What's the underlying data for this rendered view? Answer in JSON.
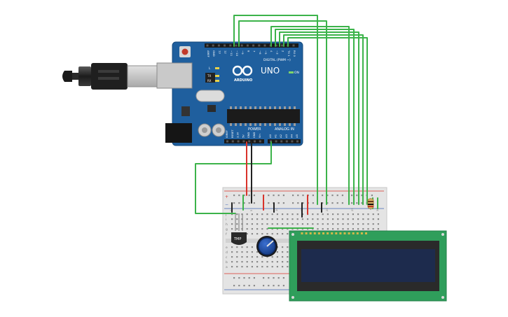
{
  "arduino": {
    "model": "UNO",
    "brand": "ARDUINO",
    "digital_header": "DIGITAL (PWM ~)",
    "power_header": "POWER",
    "analog_header": "ANALOG IN",
    "on_label": "ON",
    "led_labels": [
      "L",
      "TX",
      "RX"
    ],
    "digital_pins": [
      "AREF",
      "GND",
      "13",
      "12",
      "~11",
      "~10",
      "~9",
      "8",
      "7",
      "~6",
      "~5",
      "4",
      "~3",
      "2",
      "TX 1",
      "RX 0"
    ],
    "power_pins": [
      "IOREF",
      "RESET",
      "3.3V",
      "5V",
      "GND",
      "GND",
      "Vin"
    ],
    "analog_pins": [
      "A0",
      "A1",
      "A2",
      "A3",
      "A4",
      "A5"
    ]
  },
  "breadboard": {
    "rail_plus": "+",
    "rail_minus": "−",
    "row_letters_top": [
      "j",
      "i",
      "h",
      "g",
      "f"
    ],
    "row_letters_bottom": [
      "e",
      "d",
      "c",
      "b",
      "a"
    ],
    "column_labels": [
      "1",
      "5",
      "10",
      "15",
      "20",
      "25",
      "30"
    ]
  },
  "sensor": {
    "label": "TMP"
  },
  "colors": {
    "wire_green": "#3cb34a",
    "wire_red": "#d9332b",
    "wire_black": "#222222",
    "board_blue": "#1f5f9e",
    "lcd_green": "#2f9e5b",
    "lcd_screen": "#1d2b4d"
  }
}
